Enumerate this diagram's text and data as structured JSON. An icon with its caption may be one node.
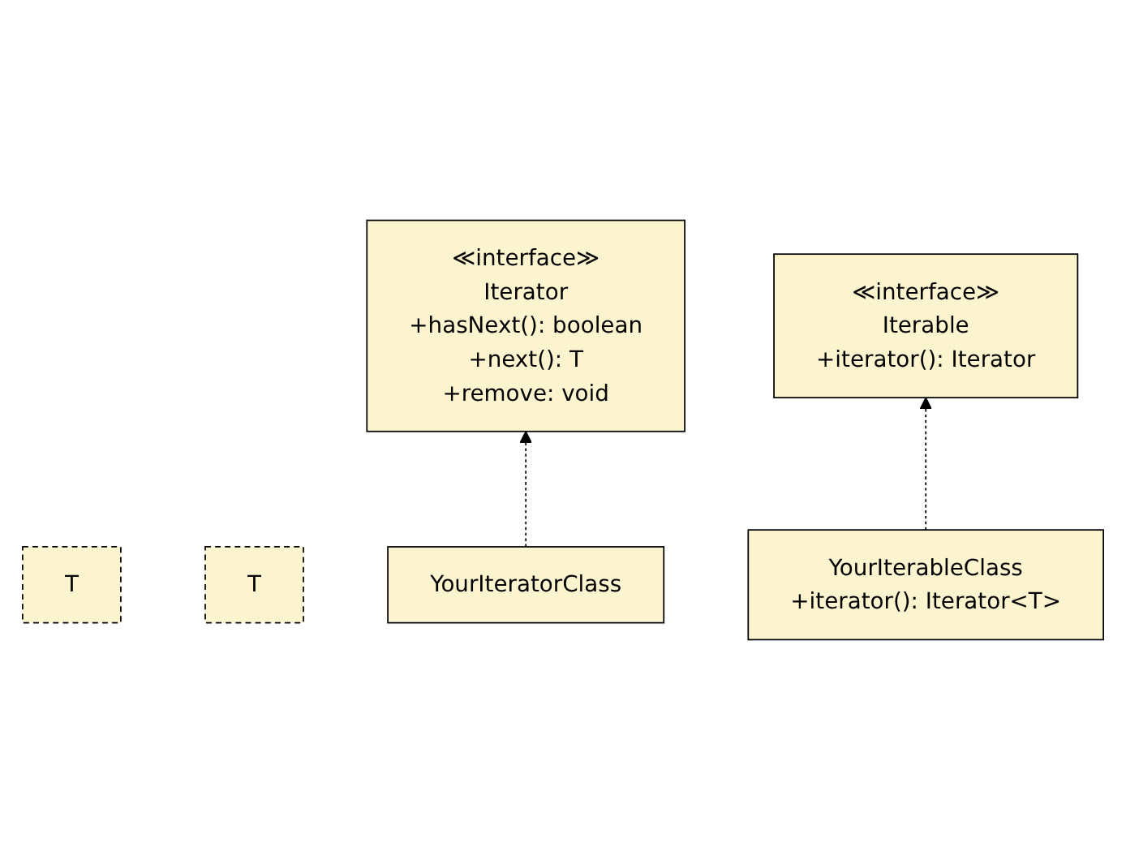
{
  "diagram": {
    "nodes": [
      {
        "text": [
          "≪interface≫",
          "Iterator",
          "+hasNext(): boolean",
          "+next(): T",
          "+remove: void"
        ]
      },
      {
        "text": [
          "T"
        ]
      },
      {
        "text": [
          "≪interface≫",
          "Iterable",
          "+iterator(): Iterator"
        ]
      },
      {
        "text": [
          "T"
        ]
      },
      {
        "text": [
          "YourIteratorClass"
        ]
      },
      {
        "text": [
          "YourIterableClass",
          "+iterator(): Iterator<T>"
        ]
      }
    ],
    "edges": [
      {
        "from": 4,
        "to": 0,
        "arrow": "to",
        "style": "dashed"
      },
      {
        "from": 5,
        "to": 2,
        "arrow": "to",
        "style": "dashed"
      }
    ]
  }
}
